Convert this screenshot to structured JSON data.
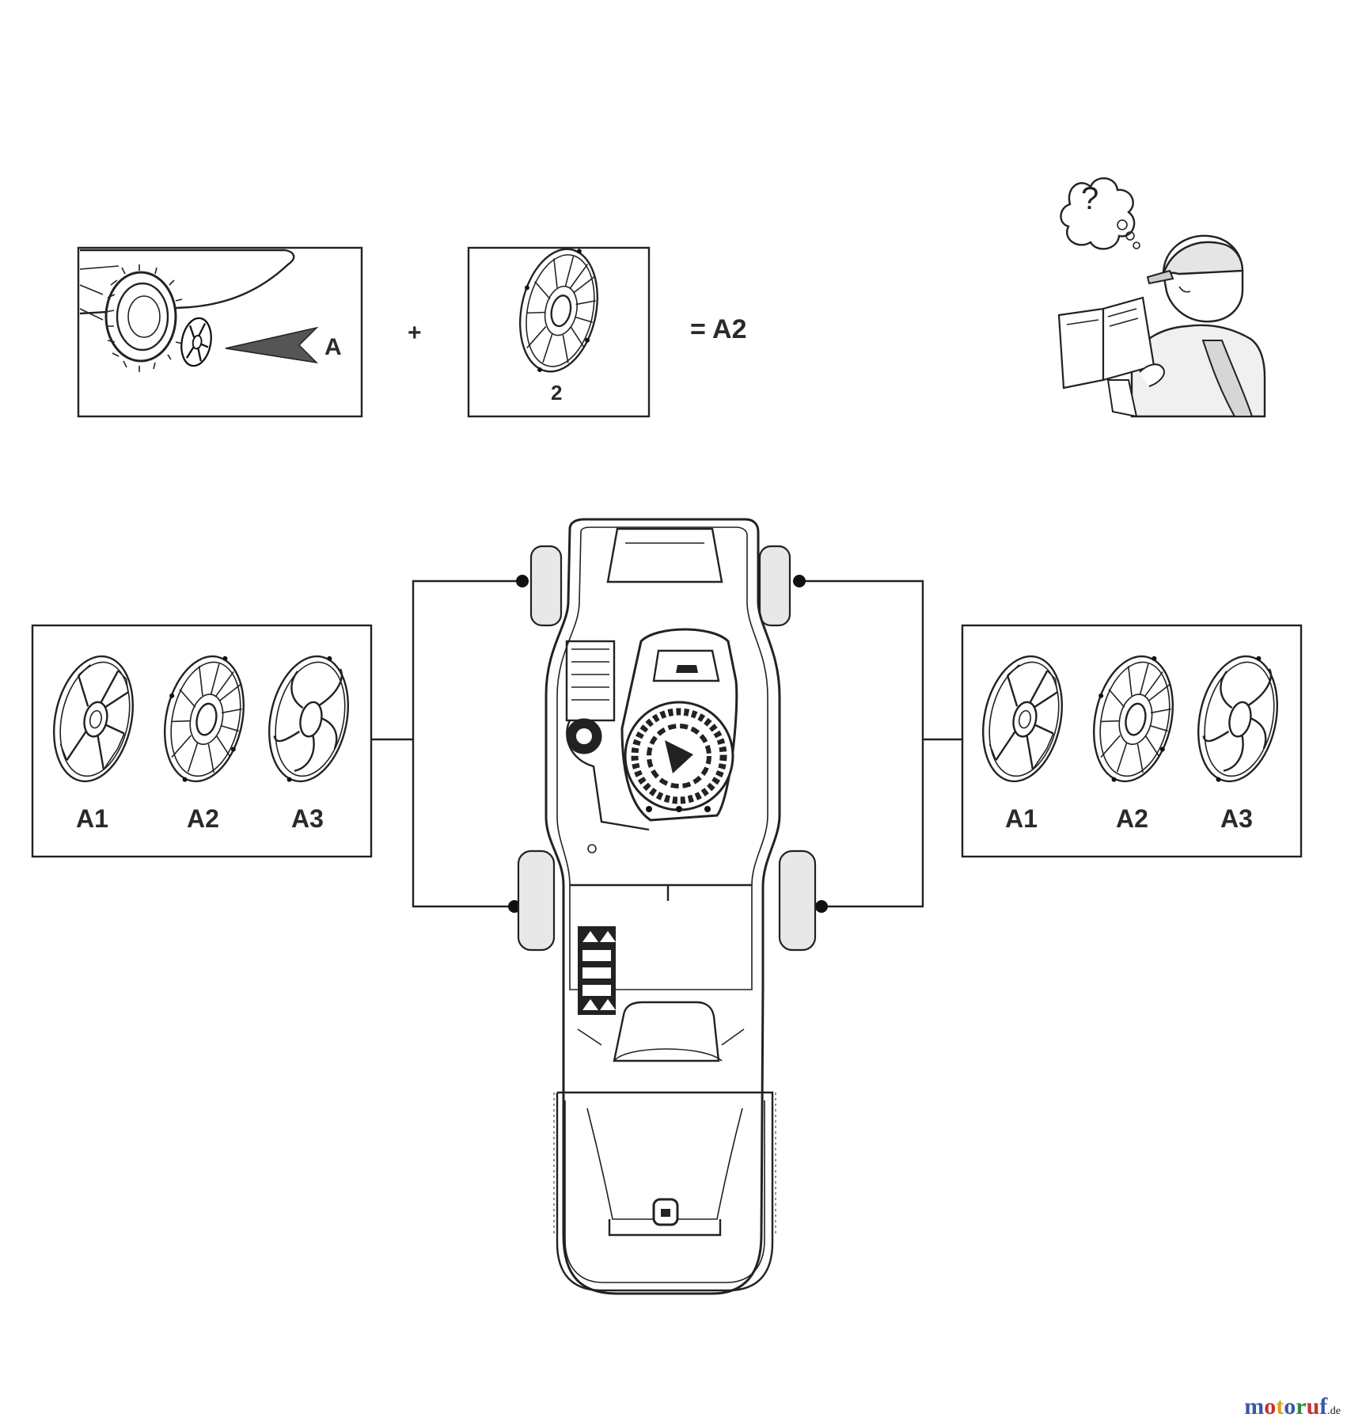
{
  "step": {
    "callout_a": "A",
    "plus": "+",
    "part_number": "2",
    "result": "= A2"
  },
  "wheel_options": [
    "A1",
    "A2",
    "A3"
  ],
  "watermark": {
    "brand_parts": [
      "m",
      "o",
      "t",
      "o",
      "r",
      "u",
      "f"
    ],
    "brand_colors": [
      "#3a57a8",
      "#c8322d",
      "#e0a020",
      "#3a57a8",
      "#2e8b3a",
      "#c8322d",
      "#3a57a8"
    ],
    "suffix": ".de"
  }
}
